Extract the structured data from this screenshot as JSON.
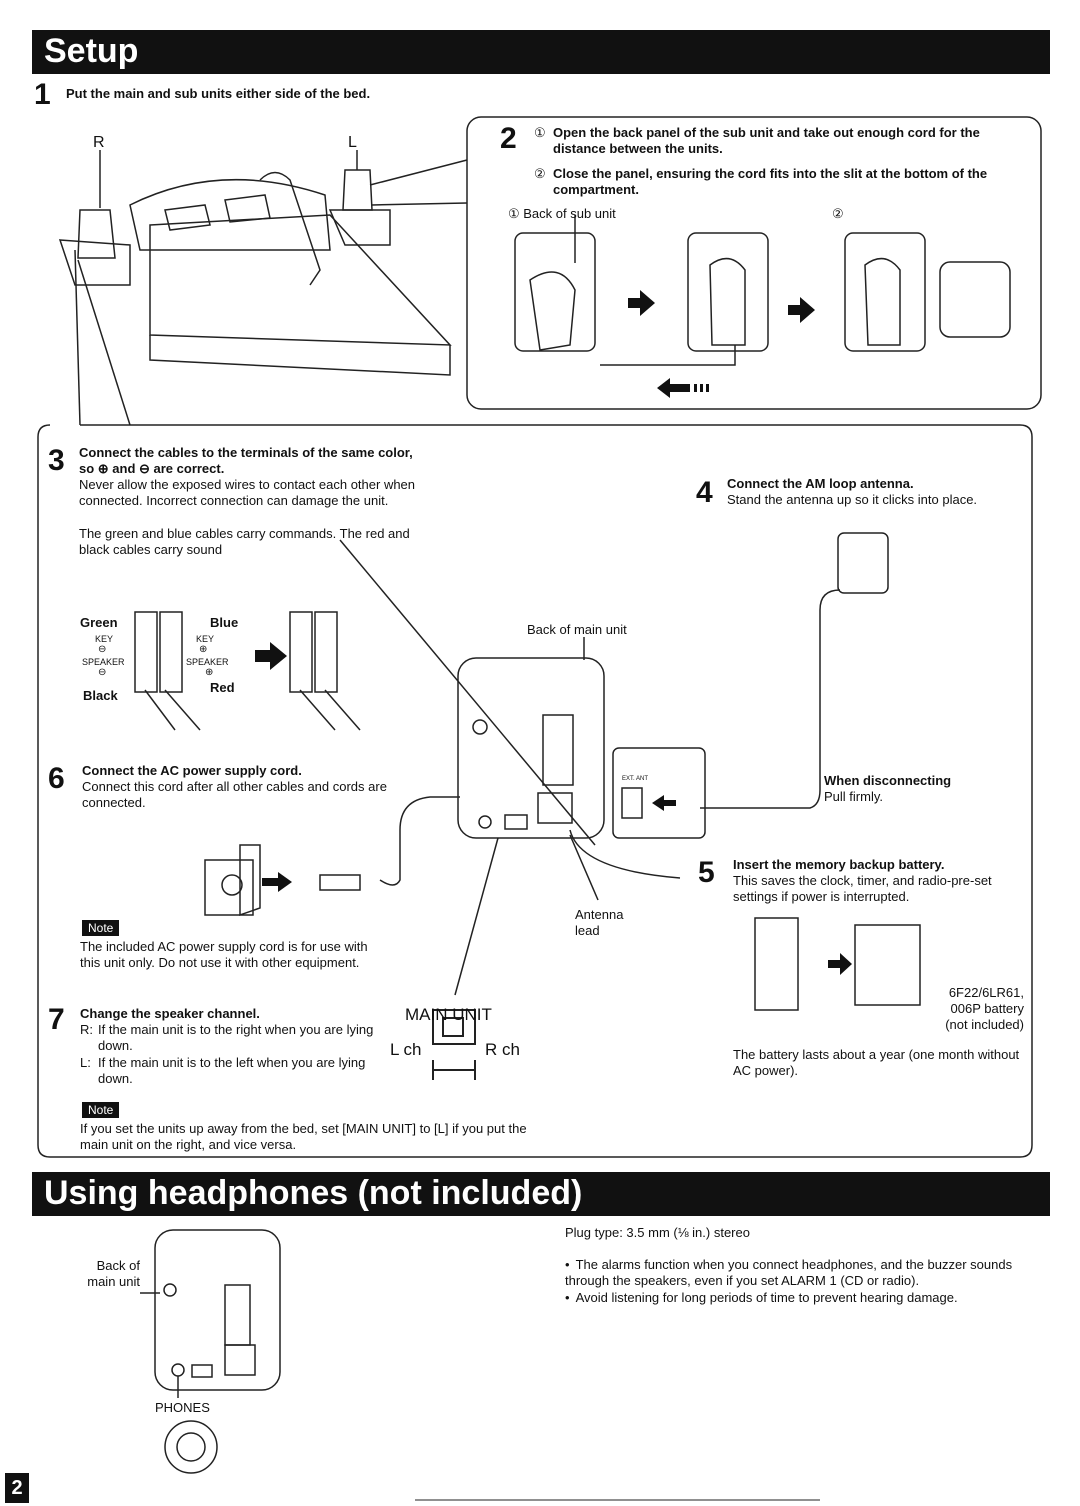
{
  "setup": {
    "title": "Setup",
    "step1": {
      "num": "1",
      "text": "Put the main and sub units either side of the bed.",
      "label_r": "R",
      "label_l": "L"
    },
    "step2": {
      "num": "2",
      "item1_mark": "①",
      "item1": "Open the back panel of the sub unit and take out enough cord for the distance between the units.",
      "item2_mark": "②",
      "item2": "Close the panel, ensuring the cord fits into the slit at the bottom of the compartment.",
      "caption1": "① Back of sub unit",
      "caption2": "②"
    },
    "step3": {
      "num": "3",
      "heading": "Connect the cables to the terminals of the same color, so ⊕ and ⊖ are correct.",
      "body": "Never allow the exposed wires to contact each other when connected. Incorrect connection can damage the unit.",
      "body2": "The green and blue cables carry commands. The red and black cables carry sound",
      "green": "Green",
      "blue": "Blue",
      "black": "Black",
      "red": "Red",
      "key": "KEY",
      "speaker": "SPEAKER",
      "minus": "⊖",
      "plus": "⊕"
    },
    "step4": {
      "num": "4",
      "heading": "Connect the AM loop antenna.",
      "body": "Stand the antenna up so it clicks into place."
    },
    "back_of_main_unit": "Back of main unit",
    "ext_ant": "EXT. ANT",
    "step6": {
      "num": "6",
      "heading": "Connect the AC power supply cord.",
      "body": "Connect this cord after all other cables and cords are connected."
    },
    "when_disconnecting": {
      "heading": "When disconnecting",
      "body": "Pull firmly."
    },
    "step5": {
      "num": "5",
      "heading": "Insert the memory backup battery.",
      "body": "This saves the clock, timer, and radio-pre-set settings if power is interrupted.",
      "battery_label": "6F22/6LR61, 006P battery (not included)",
      "battery_life": "The battery lasts about a year (one month without AC power)."
    },
    "antenna_lead": "Antenna lead",
    "note_label": "Note",
    "note1": "The included AC power supply cord is for use with this unit only. Do not use it with other equipment.",
    "step7": {
      "num": "7",
      "heading": "Change the speaker channel.",
      "r_key": "R:",
      "r_text": "If the main unit is to the right when you are lying down.",
      "l_key": "L:",
      "l_text": "If the main unit is to the left when you are lying down."
    },
    "main_unit": {
      "label": "MAIN UNIT",
      "lch": "L ch",
      "rch": "R ch"
    },
    "note2": "If you set the units up away from the bed, set [MAIN UNIT] to [L] if you put the main unit on the right, and vice versa."
  },
  "headphones": {
    "title": "Using headphones (not included)",
    "plug_type": "Plug type: 3.5 mm (⅛ in.) stereo",
    "bullets": [
      "The alarms function when you connect headphones, and the buzzer sounds through the speakers, even if you set ALARM 1 (CD or radio).",
      "Avoid listening for long periods of time to prevent hearing damage."
    ],
    "back_of_main_unit": "Back of main unit",
    "phones": "PHONES"
  },
  "page_number": "2"
}
